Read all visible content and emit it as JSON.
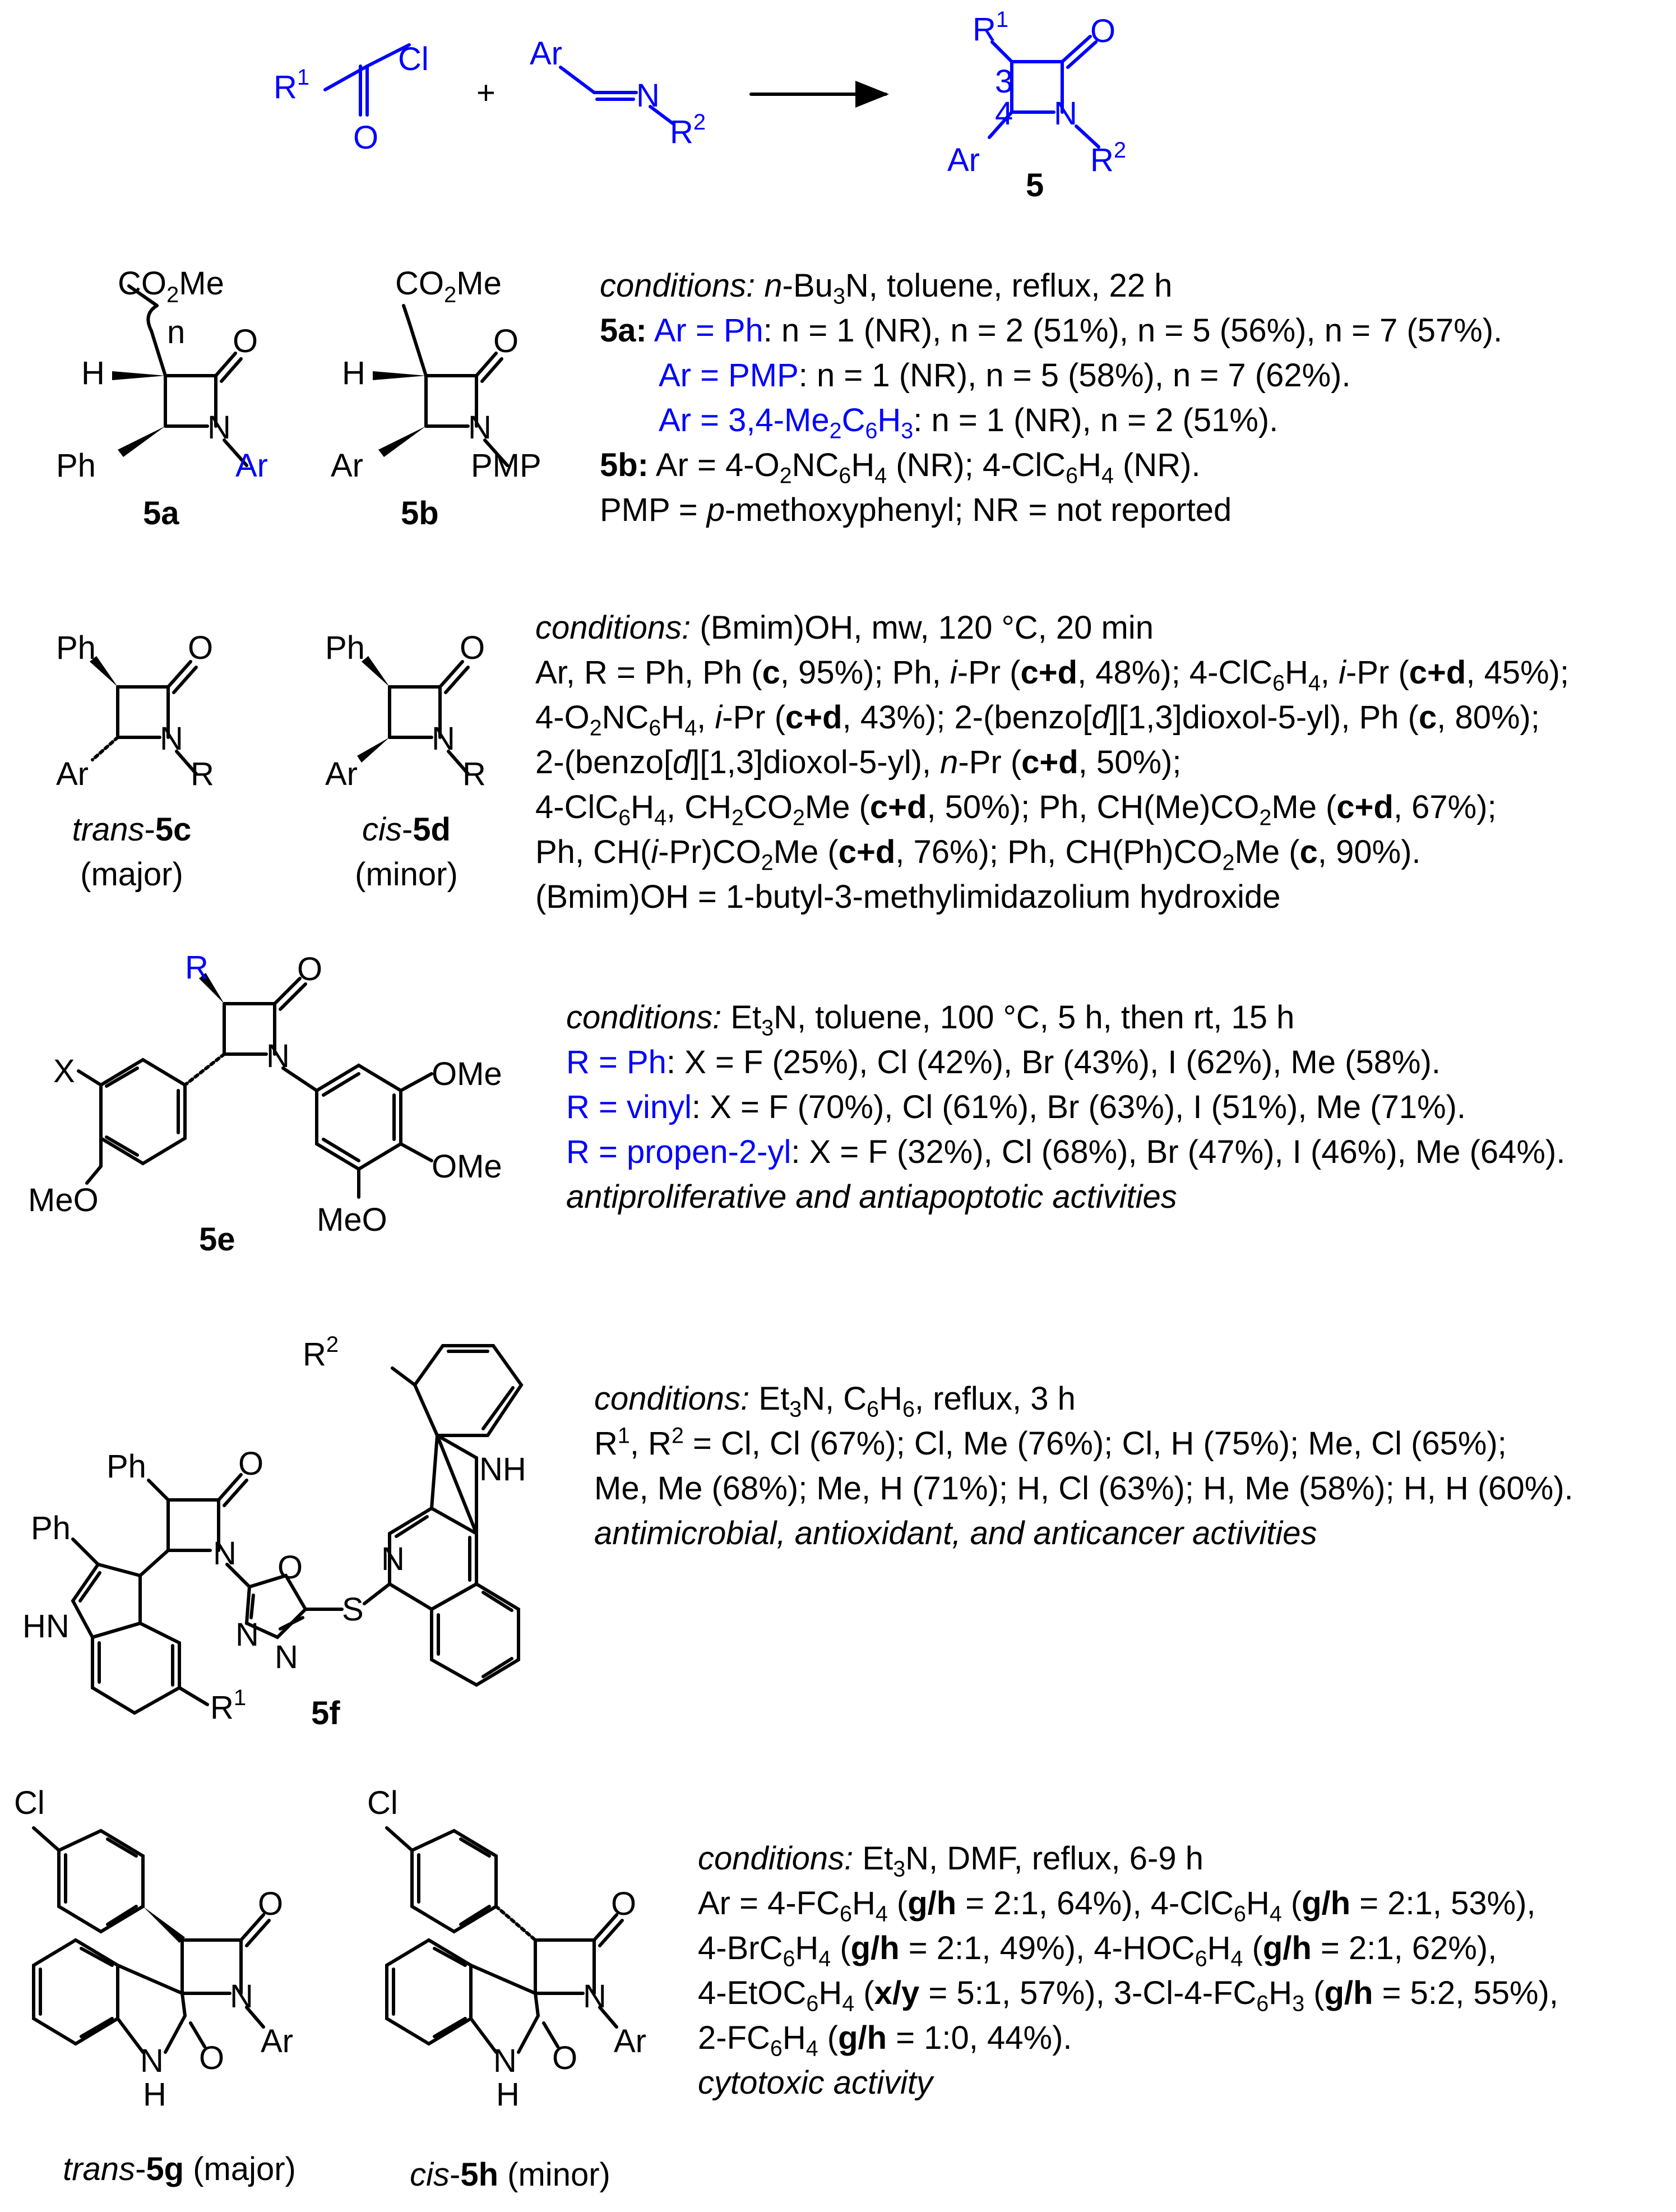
{
  "general_scheme": {
    "reactant1": {
      "r1": "R",
      "r1_sup": "1",
      "cl": "Cl",
      "o": "O"
    },
    "reactant2": {
      "ar": "Ar",
      "n": "N",
      "r2": "R",
      "r2_sup": "2"
    },
    "plus": "+",
    "product": {
      "r1": "R",
      "r1_sup": "1",
      "o": "O",
      "pos3": "3",
      "pos4": "4",
      "n": "N",
      "r2": "R",
      "r2_sup": "2",
      "ar": "Ar",
      "label": "5"
    }
  },
  "section_5a_5b": {
    "struct_5a": {
      "ester": "CO",
      "ester_sub": "2",
      "ester_tail": "Me",
      "n_sub": "n",
      "h": "H",
      "o": "O",
      "n": "N",
      "ph": "Ph",
      "ar": "Ar",
      "label": "5a"
    },
    "struct_5b": {
      "ester": "CO",
      "ester_sub": "2",
      "ester_tail": "Me",
      "h": "H",
      "o": "O",
      "n": "N",
      "ar": "Ar",
      "pmp": "PMP",
      "label": "5b"
    },
    "conditions": {
      "l1_label": "conditions:",
      "l1_a": " n",
      "l1_b": "-Bu",
      "l1_sub": "3",
      "l1_c": "N, toluene, reflux, 22 h",
      "l2_label": "5a:",
      "l2_blue": " Ar = Ph",
      "l2_rest": ": n = 1 (NR), n = 2 (51%), n = 5 (56%), n = 7 (57%).",
      "l3_blue": "Ar = PMP",
      "l3_rest": ": n = 1 (NR), n = 5 (58%), n = 7 (62%).",
      "l4_blue": "Ar = 3,4-Me",
      "l4_sub1": "2",
      "l4_blue2": "C",
      "l4_sub2": "6",
      "l4_blue3": "H",
      "l4_sub3": "3",
      "l4_rest": ": n = 1 (NR), n = 2 (51%).",
      "l5_label": "5b:",
      "l5_a": " Ar = 4-O",
      "l5_sub1": "2",
      "l5_b": "NC",
      "l5_sub2": "6",
      "l5_c": "H",
      "l5_sub3": "4",
      "l5_d": " (NR); 4-ClC",
      "l5_sub4": "6",
      "l5_e": "H",
      "l5_sub5": "4",
      "l5_f": " (NR).",
      "l6_a": "PMP = ",
      "l6_it": "p",
      "l6_b": "-methoxyphenyl; NR = not reported"
    }
  },
  "section_5c_5d": {
    "struct_5c": {
      "ph": "Ph",
      "o": "O",
      "n": "N",
      "ar": "Ar",
      "r": "R",
      "cap_it": "trans",
      "cap_dash": "-",
      "cap_bold": "5c",
      "cap_sub": "(major)"
    },
    "struct_5d": {
      "ph": "Ph",
      "o": "O",
      "n": "N",
      "ar": "Ar",
      "r": "R",
      "cap_it": "cis",
      "cap_dash": "-",
      "cap_bold": "5d",
      "cap_sub": "(minor)"
    },
    "conditions": {
      "l1_label": "conditions:",
      "l1_rest": " (Bmim)OH, mw, 120 °C, 20 min",
      "l2_a": "Ar, R = Ph, Ph (",
      "l2_b": "c",
      "l2_c": ", 95%); Ph, ",
      "l2_it": "i",
      "l2_d": "-Pr (",
      "l2_e": "c+d",
      "l2_f": ", 48%); 4-ClC",
      "l2_s1": "6",
      "l2_g": "H",
      "l2_s2": "4",
      "l2_h": ", ",
      "l2_it2": "i",
      "l2_i": "-Pr (",
      "l2_j": "c+d",
      "l2_k": ", 45%);",
      "l3_a": "4-O",
      "l3_s1": "2",
      "l3_b": "NC",
      "l3_s2": "6",
      "l3_c": "H",
      "l3_s3": "4",
      "l3_d": ", ",
      "l3_it": "i",
      "l3_e": "-Pr (",
      "l3_f": "c+d",
      "l3_g": ", 43%); 2-(benzo[",
      "l3_it2": "d",
      "l3_h": "][1,3]dioxol-5-yl), Ph (",
      "l3_i": "c",
      "l3_j": ", 80%);",
      "l4_a": "2-(benzo[",
      "l4_it": "d",
      "l4_b": "][1,3]dioxol-5-yl), ",
      "l4_it2": "n",
      "l4_c": "-Pr (",
      "l4_d": "c+d",
      "l4_e": ", 50%);",
      "l5_a": "4-ClC",
      "l5_s1": "6",
      "l5_b": "H",
      "l5_s2": "4",
      "l5_c": ", CH",
      "l5_s3": "2",
      "l5_d": "CO",
      "l5_s4": "2",
      "l5_e": "Me (",
      "l5_f": "c+d",
      "l5_g": ", 50%); Ph, CH(Me)CO",
      "l5_s5": "2",
      "l5_h": "Me (",
      "l5_i": "c+d",
      "l5_j": ", 67%);",
      "l6_a": "Ph, CH(",
      "l6_it": "i",
      "l6_b": "-Pr)CO",
      "l6_s1": "2",
      "l6_c": "Me (",
      "l6_d": "c+d",
      "l6_e": ", 76%); Ph, CH(Ph)CO",
      "l6_s2": "2",
      "l6_f": "Me (",
      "l6_g": "c",
      "l6_h": ", 90%).",
      "l7": "(Bmim)OH = 1-butyl-3-methylimidazolium hydroxide"
    }
  },
  "section_5e": {
    "struct": {
      "r": "R",
      "o": "O",
      "n": "N",
      "x": "X",
      "meo": "MeO",
      "ome1": "OMe",
      "ome2": "OMe",
      "meo2": "MeO",
      "label": "5e"
    },
    "conditions": {
      "l1_label": "conditions:",
      "l1_a": " Et",
      "l1_sub": "3",
      "l1_b": "N, toluene, 100 °C, 5 h, then rt, 15 h",
      "l2_blue": "R = Ph",
      "l2_rest": ": X = F (25%), Cl (42%), Br (43%), I (62%), Me (58%).",
      "l3_blue": "R = vinyl",
      "l3_rest": ": X = F (70%), Cl (61%), Br (63%), I (51%), Me (71%).",
      "l4_blue": "R = propen-2-yl",
      "l4_rest": ": X = F (32%), Cl (68%), Br (47%), I (46%), Me (64%).",
      "l5": "antiproliferative and antiapoptotic activities"
    }
  },
  "section_5f": {
    "struct": {
      "r2": "R",
      "r2_sup": "2",
      "nh": "NH",
      "ph1": "Ph",
      "o": "O",
      "ph2": "Ph",
      "n_ring": "N",
      "n_lactam": "N",
      "o_ox": "O",
      "hn": "HN",
      "n1": "N",
      "n2": "N",
      "s": "S",
      "r1": "R",
      "r1_sup": "1",
      "label": "5f"
    },
    "conditions": {
      "l1_label": "conditions:",
      "l1_a": " Et",
      "l1_s1": "3",
      "l1_b": "N, C",
      "l1_s2": "6",
      "l1_c": "H",
      "l1_s3": "6",
      "l1_d": ", reflux, 3 h",
      "l2_a": "R",
      "l2_sup1": "1",
      "l2_b": ", R",
      "l2_sup2": "2",
      "l2_c": " = Cl, Cl (67%); Cl, Me (76%); Cl, H (75%); Me, Cl (65%);",
      "l3": "Me, Me (68%); Me, H (71%); H, Cl (63%); H, Me (58%); H, H (60%).",
      "l4": "antimicrobial, antioxidant, and anticancer activities"
    }
  },
  "section_5g_5h": {
    "struct_5g": {
      "cl": "Cl",
      "o1": "O",
      "n": "N",
      "ar": "Ar",
      "o2": "O",
      "n_h": "N",
      "h": "H",
      "cap_it": "trans",
      "cap_dash": "-",
      "cap_bold": "5g",
      "cap_tail": " (major)"
    },
    "struct_5h": {
      "cl": "Cl",
      "o1": "O",
      "n": "N",
      "ar": "Ar",
      "o2": "O",
      "n_h": "N",
      "h": "H",
      "cap_it": "cis",
      "cap_dash": "-",
      "cap_bold": "5h",
      "cap_tail": " (minor)"
    },
    "conditions": {
      "l1_label": "conditions:",
      "l1_a": " Et",
      "l1_s1": "3",
      "l1_b": "N, DMF, reflux, 6-9 h",
      "l2_a": "Ar =  4-FC",
      "l2_s1": "6",
      "l2_b": "H",
      "l2_s2": "4",
      "l2_c": " (",
      "l2_d": "g/h",
      "l2_e": " = 2:1, 64%), 4-ClC",
      "l2_s3": "6",
      "l2_f": "H",
      "l2_s4": "4",
      "l2_g": " (",
      "l2_h": "g/h",
      "l2_i": " = 2:1, 53%),",
      "l3_a": "4-BrC",
      "l3_s1": "6",
      "l3_b": "H",
      "l3_s2": "4",
      "l3_c": " (",
      "l3_d": "g/h",
      "l3_e": " = 2:1, 49%), 4-HOC",
      "l3_s3": "6",
      "l3_f": "H",
      "l3_s4": "4",
      "l3_g": " (",
      "l3_h": "g/h",
      "l3_i": " = 2:1, 62%),",
      "l4_a": "4-EtOC",
      "l4_s1": "6",
      "l4_b": "H",
      "l4_s2": "4",
      "l4_c": " (",
      "l4_d": "x/y",
      "l4_e": " = 5:1, 57%), 3-Cl-4-FC",
      "l4_s3": "6",
      "l4_f": "H",
      "l4_s4": "3",
      "l4_g": " (",
      "l4_h": "g/h",
      "l4_i": " = 5:2, 55%),",
      "l5_a": "2-FC",
      "l5_s1": "6",
      "l5_b": "H",
      "l5_s2": "4",
      "l5_c": " (",
      "l5_d": "g/h",
      "l5_e": " = 1:0, 44%).",
      "l6": "cytotoxic activity"
    }
  },
  "colors": {
    "blue": "#0000ff",
    "black": "#000000"
  }
}
